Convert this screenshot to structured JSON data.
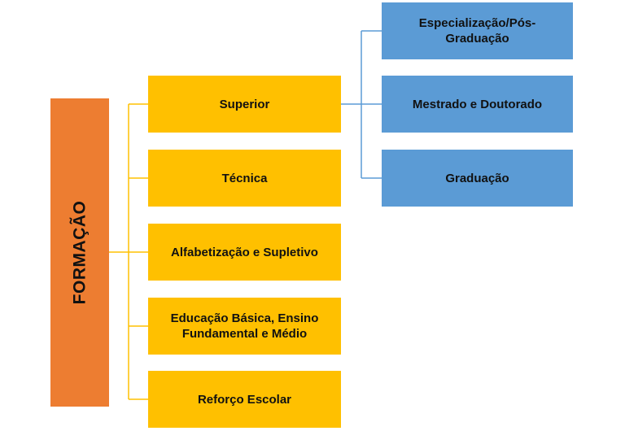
{
  "root": {
    "label": "FORMAÇÃO"
  },
  "branches": [
    {
      "label": "Superior"
    },
    {
      "label": "Técnica"
    },
    {
      "label": "Alfabetização e Supletivo"
    },
    {
      "label": "Educação Básica, Ensino\nFundamental e Médio"
    },
    {
      "label": "Reforço Escolar"
    }
  ],
  "superior_children": [
    {
      "label": "Especialização/Pós-\nGraduação"
    },
    {
      "label": "Mestrado e Doutorado"
    },
    {
      "label": "Graduação"
    }
  ],
  "colors": {
    "root": "#ed7d31",
    "branch": "#ffc000",
    "child": "#5b9bd5",
    "branch_connector": "#ffc000",
    "child_connector": "#5b9bd5"
  }
}
